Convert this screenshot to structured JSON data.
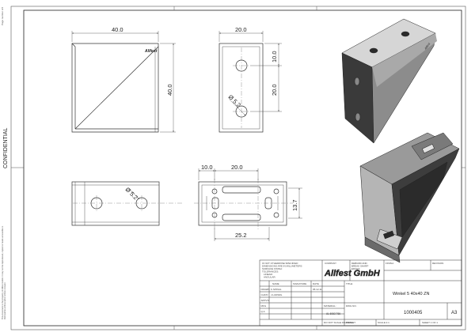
{
  "side_labels": {
    "confidential": "CONFIDENTIAL",
    "page_label": "Page number 3/4",
    "legal_note": "This document is the property of Allfest GmbH. It may not be reproduced, copied or made accessible to third parties without prior written consent."
  },
  "dimensions": {
    "front_width": "40.0",
    "front_height": "40.0",
    "side_width": "20.0",
    "side_hole_top": "10.0",
    "side_hole_spacing": "20.0",
    "side_hole_dia": "Ø 5.2",
    "bottom_hole_dia": "Ø 5.2",
    "top_offset": "10.0",
    "top_spacing": "20.0",
    "top_width": "25.2",
    "top_height": "13.7"
  },
  "brand": {
    "part_marking": "Allfest",
    "company": "Allfest GmbH"
  },
  "title_block": {
    "general_notes": [
      "IF NOT OTHERWISE SPECIFIED",
      "DIMENSIONS ARE IN MILLIMETERS",
      "SURFACE FINISH:",
      "TOLERANCES:",
      "LINEAR:",
      "ANGULAR:"
    ],
    "header_company": "COMPANY",
    "deburr_note": [
      "DEBURR AND",
      "BREAK SHARP",
      "EDGES"
    ],
    "col_headers": [
      "NAME",
      "SIGNATURE",
      "DATE"
    ],
    "rows": [
      {
        "label": "DRAWN",
        "name": "K.SPINAL",
        "date": "05.12.11"
      },
      {
        "label": "CHK'D",
        "name": "J.LUDWIG",
        "date": ""
      },
      {
        "label": "APPV'D",
        "name": "",
        "date": ""
      },
      {
        "label": "MFG",
        "name": "",
        "date": ""
      },
      {
        "label": "Q.A",
        "name": "",
        "date": ""
      }
    ],
    "finish_label": "FINISH:",
    "material_label": "MATERIAL:",
    "material": "AL 6063 T66",
    "scale_label": "SCALE",
    "revision_label": "REVISION",
    "title_label": "TITLE:",
    "title": "Winkel 5 40x40 ZN",
    "dwg_label": "DWG NO.",
    "drawing_number": "1000405",
    "sheet_size": "A3",
    "weight_label": "WEIGHT:",
    "scale_value": "SCALE:1:1",
    "sheet": "SHEET 1 OF 1",
    "do_not_scale": "DO NOT SCALE DRAWING"
  },
  "colors": {
    "line": "#333333",
    "thin": "#666666",
    "shade_dark": "#3a3a3a",
    "shade_mid": "#8a8a8a",
    "shade_light": "#cfcfcf"
  }
}
